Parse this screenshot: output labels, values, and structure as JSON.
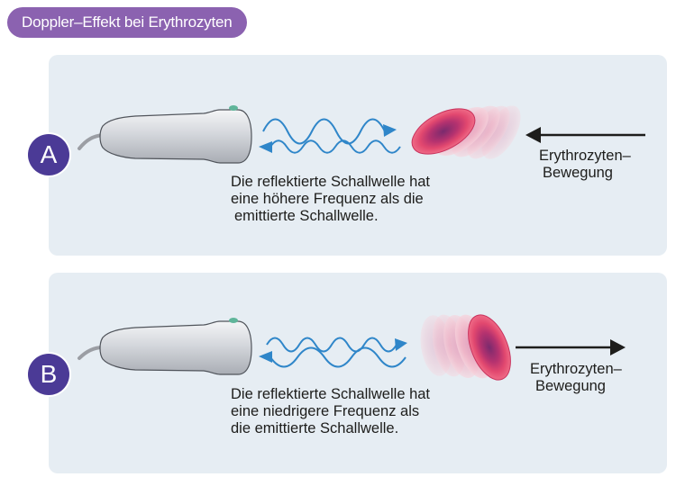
{
  "title": "Doppler–Effekt bei Erythrozyten",
  "panels": [
    {
      "badge": "A",
      "caption": [
        "Die reflektierte Schallwelle hat",
        "eine höhere Frequenz als die",
        "emittierte Schallwelle."
      ],
      "motion": [
        "Erythrozyten–",
        "Bewegung"
      ]
    },
    {
      "badge": "B",
      "caption": [
        "Die reflektierte Schallwelle hat",
        "eine niedrigere Frequenz als",
        "die emittierte Schallwelle."
      ],
      "motion": [
        "Erythrozyten–",
        "Bewegung"
      ]
    }
  ],
  "colors": {
    "title_pill": "#8b62b0",
    "badge": "#4b3a96",
    "panel": "#e6edf3",
    "wave": "#2f86c9",
    "cell": "#e8476f",
    "cell_core": "#7a2a6e",
    "arrow": "#1d1d1b"
  },
  "icons": [
    "ultrasound-probe",
    "sound-wave",
    "red-blood-cell",
    "motion-arrow"
  ]
}
